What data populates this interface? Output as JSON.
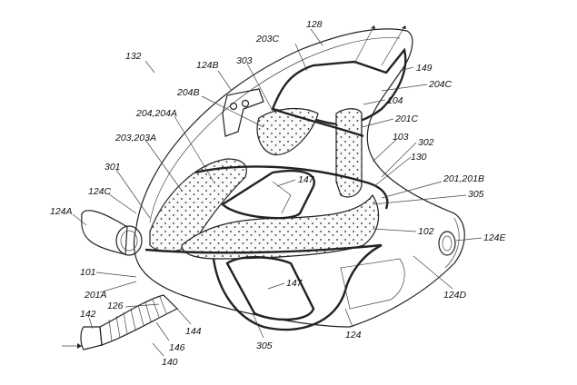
{
  "figure": {
    "type": "patent drawing",
    "labels": {
      "l128": "128",
      "l132": "132",
      "l124B": "124B",
      "l203C": "203C",
      "l303": "303",
      "l149": "149",
      "l204C": "204C",
      "l204B": "204B",
      "l104": "104",
      "l204_204A": "204,204A",
      "l201C": "201C",
      "l103": "103",
      "l302": "302",
      "l203_203A": "203,203A",
      "l130": "130",
      "l147a": "147",
      "l301": "301",
      "l201_201B": "201,201B",
      "l124C": "124C",
      "l305a": "305",
      "l124A": "124A",
      "l102": "102",
      "l124E": "124E",
      "l101": "101",
      "l201A": "201A",
      "l147b": "147",
      "l124D": "124D",
      "l126": "126",
      "l144": "144",
      "l142": "142",
      "l146": "146",
      "l140": "140",
      "l305b": "305",
      "l124": "124"
    }
  }
}
